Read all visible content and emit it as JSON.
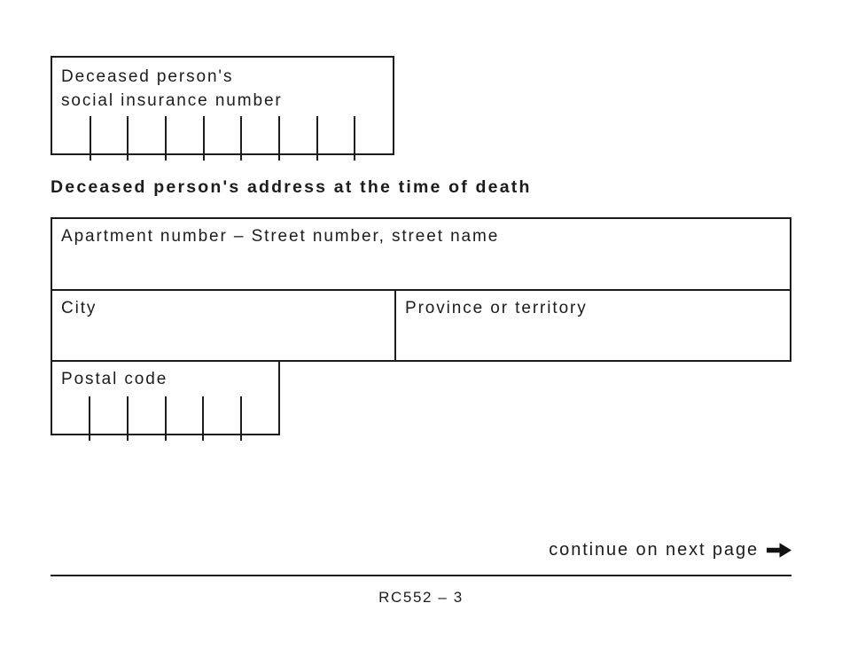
{
  "page": {
    "continue_note": "continue on next page",
    "footer": "RC552 – 3"
  },
  "sin_box": {
    "label": "Deceased person's\nsocial insurance number",
    "digit_cells": 9
  },
  "address_section": {
    "heading": "Deceased person's address at the time of death",
    "fields": {
      "street": "Apartment number – Street number, street name",
      "city": "City",
      "province": "Province or territory",
      "postal": "Postal code"
    }
  },
  "postal_code": {
    "character_cells": 6
  },
  "icons": {
    "continue_arrow": "right-arrow-icon"
  },
  "colors": {
    "ink": "#1c1c1c",
    "background": "#ffffff"
  }
}
